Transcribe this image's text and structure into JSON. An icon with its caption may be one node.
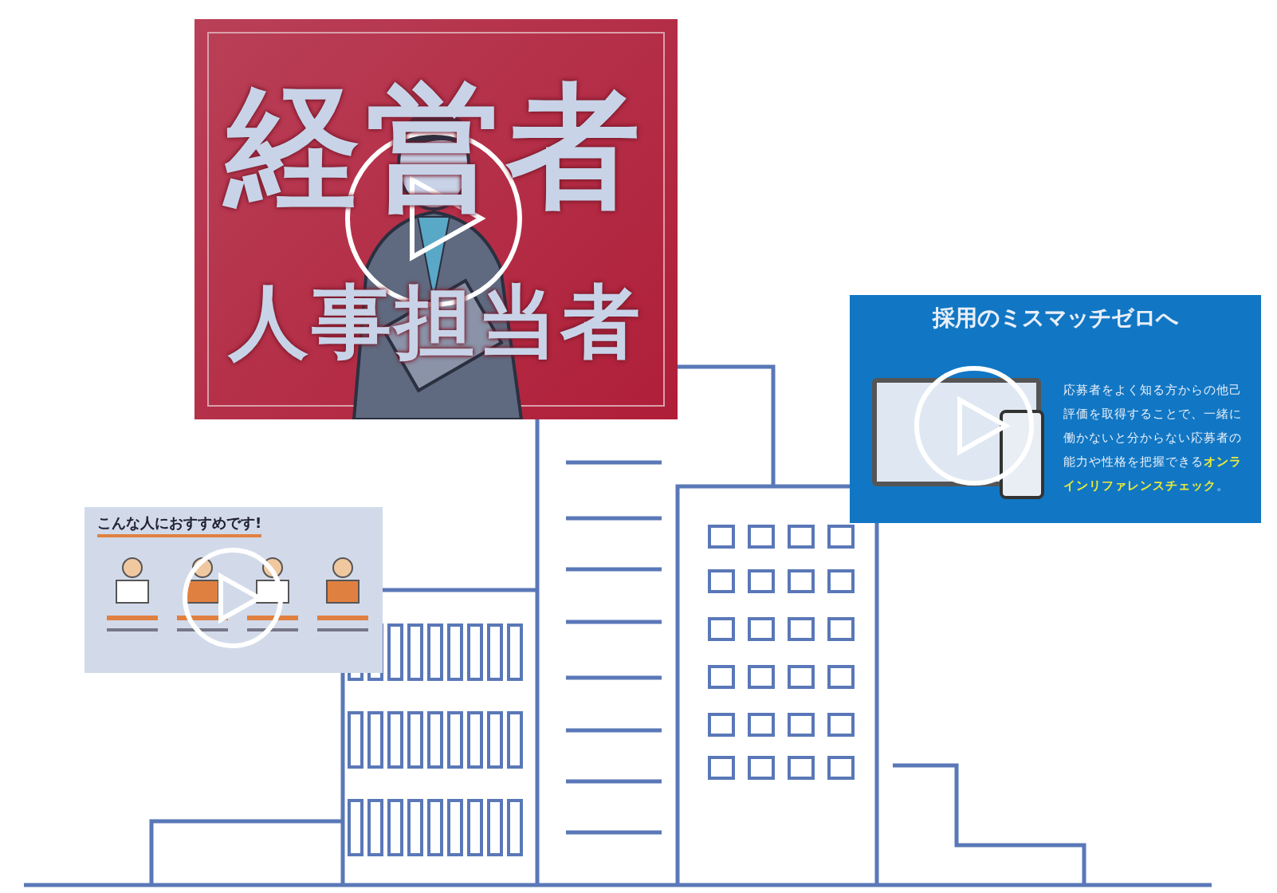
{
  "diagram": {
    "labels": [
      "経営者",
      "人事担当者",
      "採用のミスマッチゼロへ",
      "応募者をよく知る方からの他己評価を取得することで、一緒に働かないと分からない応募者の能力や性格を把握できる",
      "オンラインリファレンスチェック",
      "。",
      "こんな人におすすめです!"
    ]
  }
}
